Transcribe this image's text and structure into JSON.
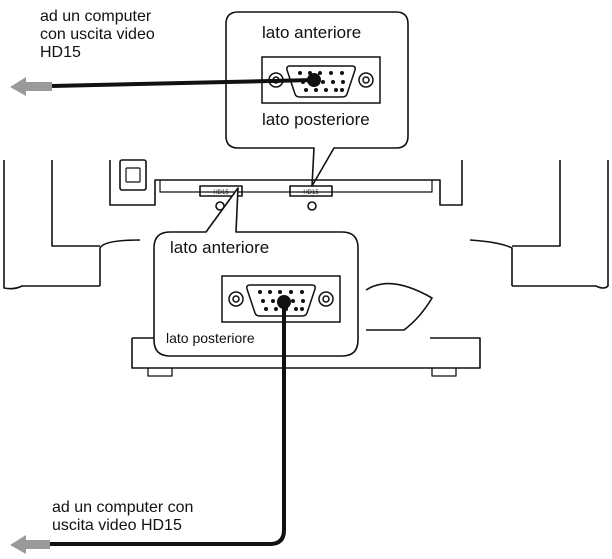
{
  "top_left_label": [
    "ad un computer",
    "con uscita video",
    "HD15"
  ],
  "bottom_left_label": [
    "ad un computer con",
    "uscita video HD15"
  ],
  "callout_top": {
    "front": "lato anteriore",
    "back": "lato posteriore"
  },
  "callout_bottom": {
    "front": "lato anteriore",
    "back": "lato posteriore"
  },
  "port_tags": [
    "HD15",
    "HD15"
  ],
  "colors": {
    "line": "#111111",
    "arrow": "#9a9a9a",
    "fill": "#ffffff"
  }
}
